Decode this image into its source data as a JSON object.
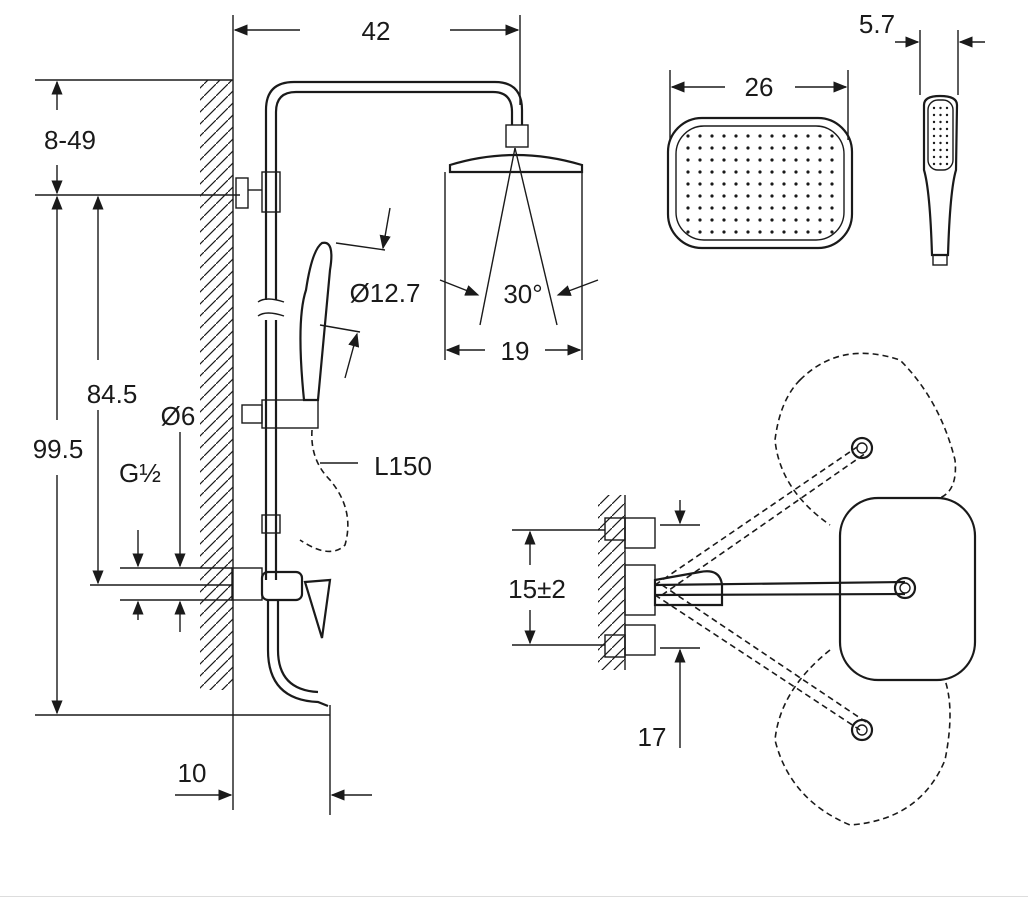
{
  "dimensions": {
    "top_width": "42",
    "top_adjust": "8-49",
    "hand_width": "5.7",
    "head_width": "26",
    "hand_diameter": "Ø12.7",
    "spray_angle": "30°",
    "head_spray_width": "19",
    "bar_height": "84.5",
    "total_height": "99.5",
    "pipe_diameter": "Ø6",
    "thread": "G½",
    "hose_length": "L150",
    "spacing": "15±2",
    "mixer_depth": "17",
    "spout_offset": "10"
  }
}
